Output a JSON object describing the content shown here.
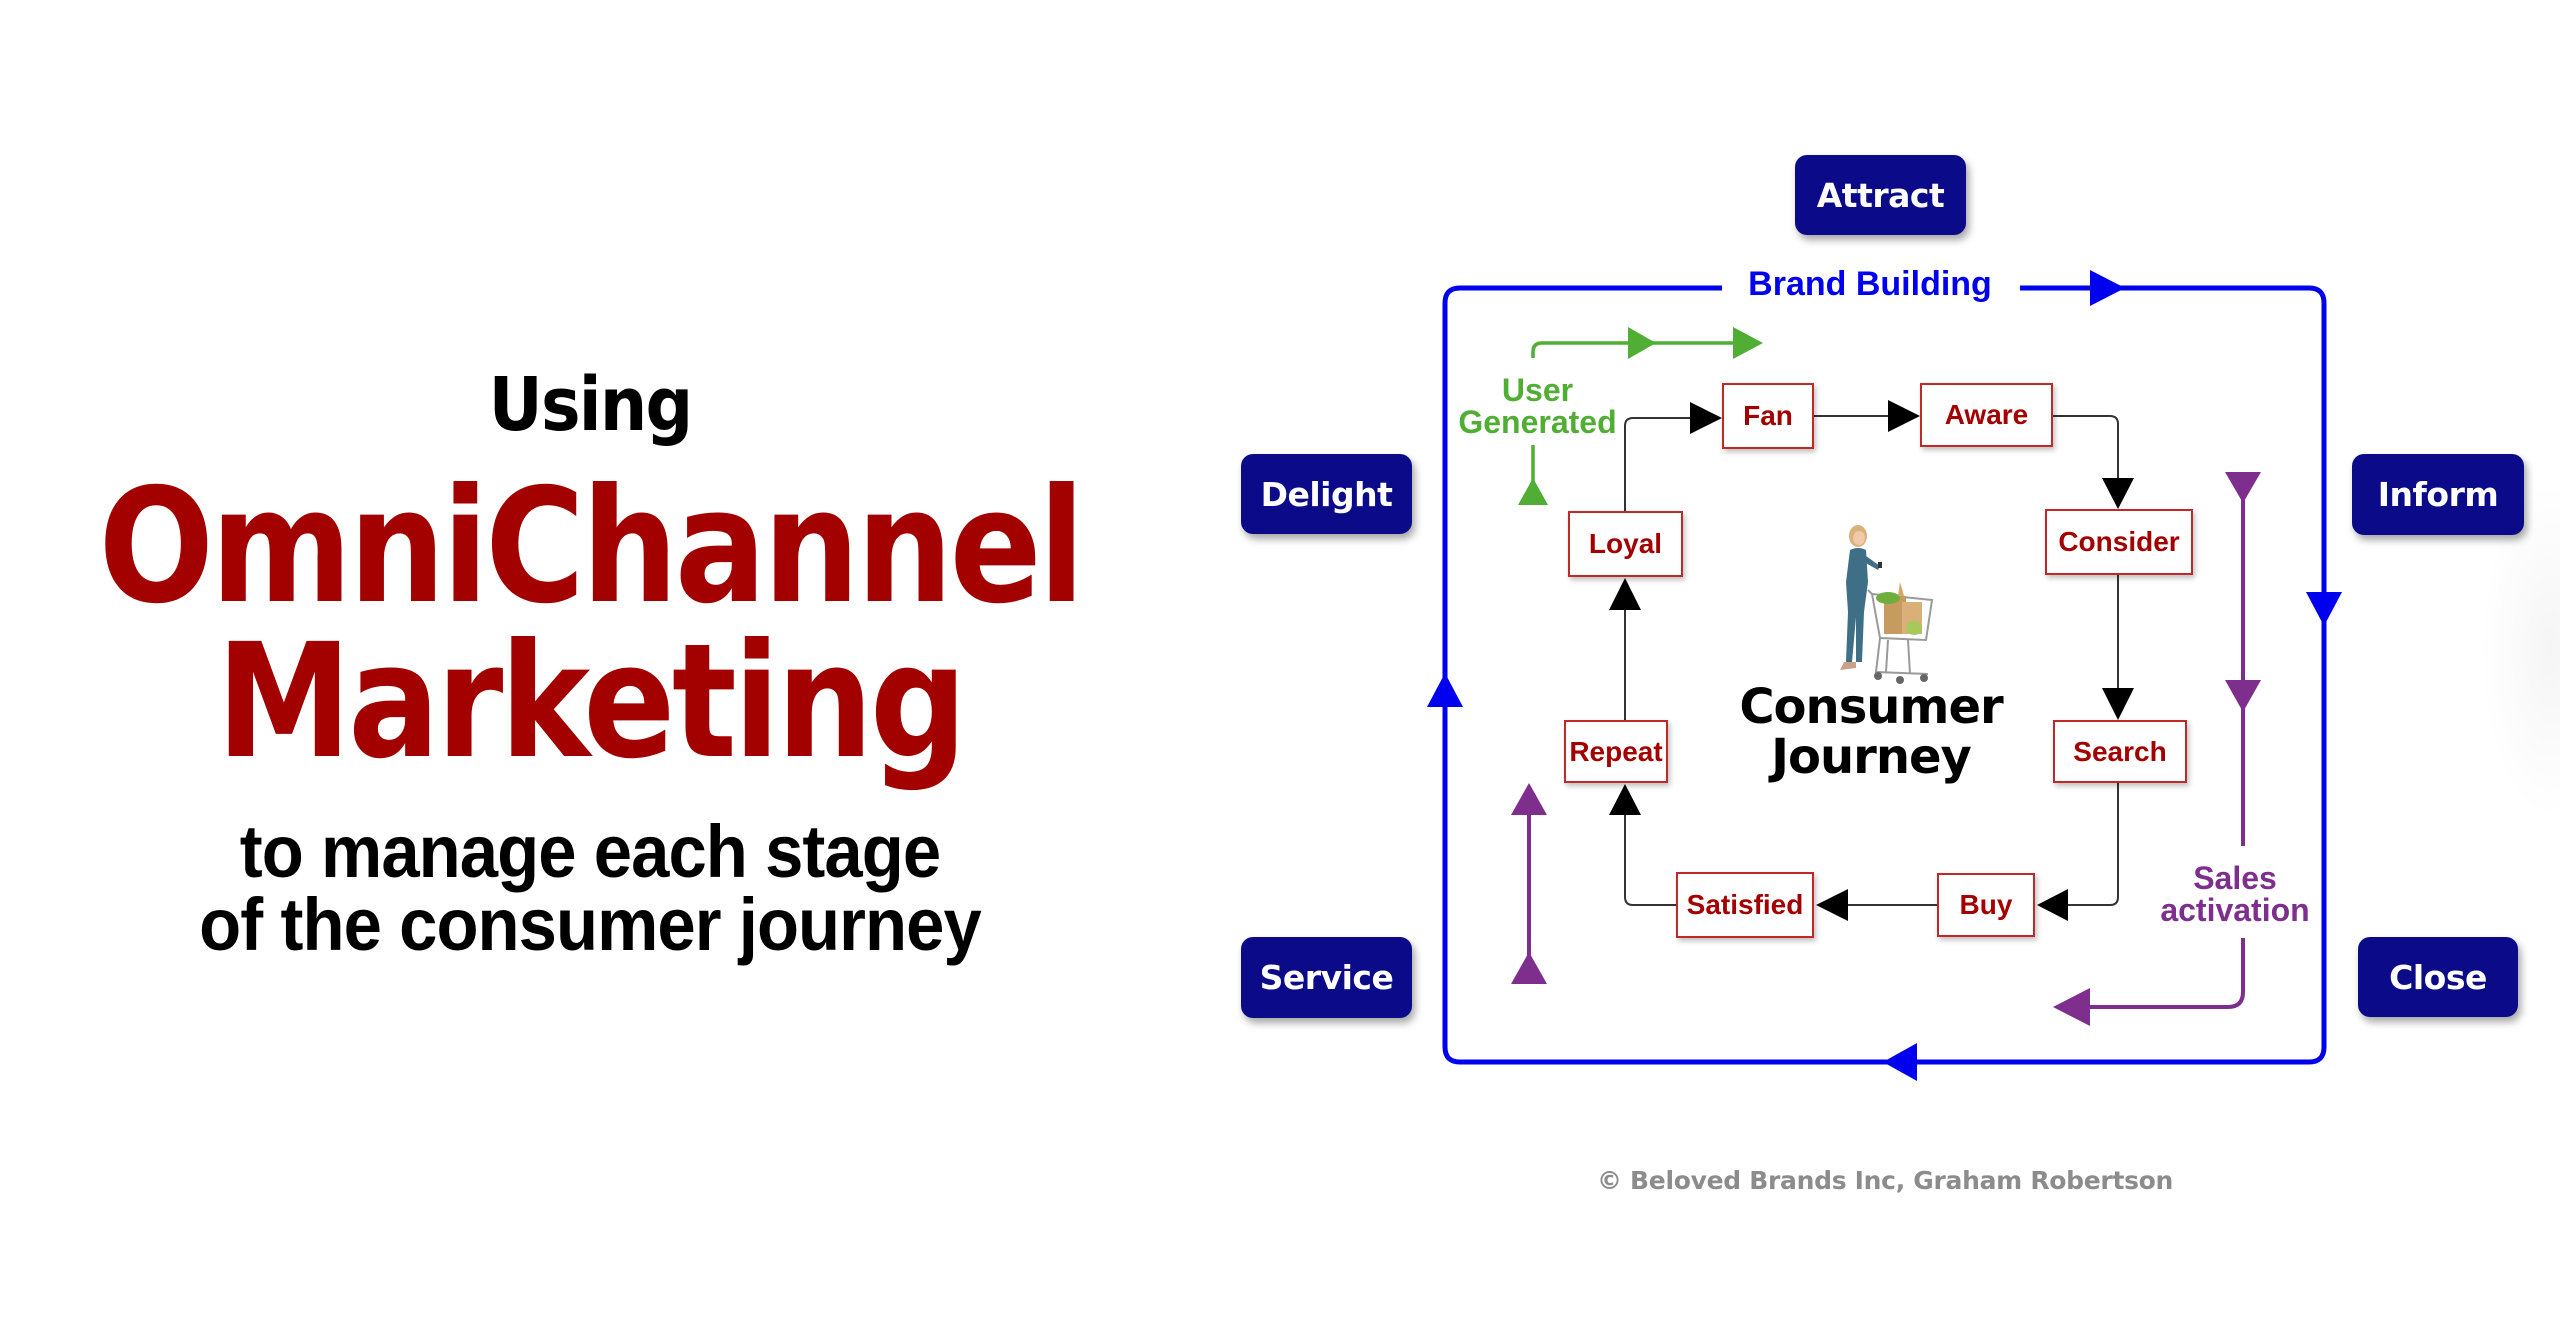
{
  "headline": {
    "intro": "Using",
    "title_line1": "OmniChannel",
    "title_line2": "Marketing",
    "subtitle_line1": "to manage each stage",
    "subtitle_line2": "of the consumer journey"
  },
  "colors": {
    "title_red": "#a30000",
    "navy": "#0b0b8a",
    "brand_building_blue": "#0000ee",
    "user_generated_green": "#4fae33",
    "sales_activation_purple": "#7e2f8e",
    "stage_border": "#c0282a"
  },
  "diagram": {
    "center_label_line1": "Consumer",
    "center_label_line2": "Journey",
    "center_image": "shopper-with-cart",
    "outer_loop_label": "Brand Building",
    "user_generated_label_line1": "User",
    "user_generated_label_line2": "Generated",
    "sales_activation_label_line1": "Sales",
    "sales_activation_label_line2": "activation",
    "marketing_actions": [
      {
        "label": "Attract",
        "position": "top"
      },
      {
        "label": "Inform",
        "position": "right-upper"
      },
      {
        "label": "Close",
        "position": "right-lower"
      },
      {
        "label": "Service",
        "position": "left-lower"
      },
      {
        "label": "Delight",
        "position": "left-upper"
      }
    ],
    "journey_stages": [
      {
        "label": "Aware"
      },
      {
        "label": "Consider"
      },
      {
        "label": "Search"
      },
      {
        "label": "Buy"
      },
      {
        "label": "Satisfied"
      },
      {
        "label": "Repeat"
      },
      {
        "label": "Loyal"
      },
      {
        "label": "Fan"
      }
    ],
    "flow": [
      "Aware",
      "Consider",
      "Search",
      "Buy",
      "Satisfied",
      "Repeat",
      "Loyal",
      "Fan",
      "Aware"
    ]
  },
  "copyright": "© Beloved Brands Inc, Graham Robertson"
}
